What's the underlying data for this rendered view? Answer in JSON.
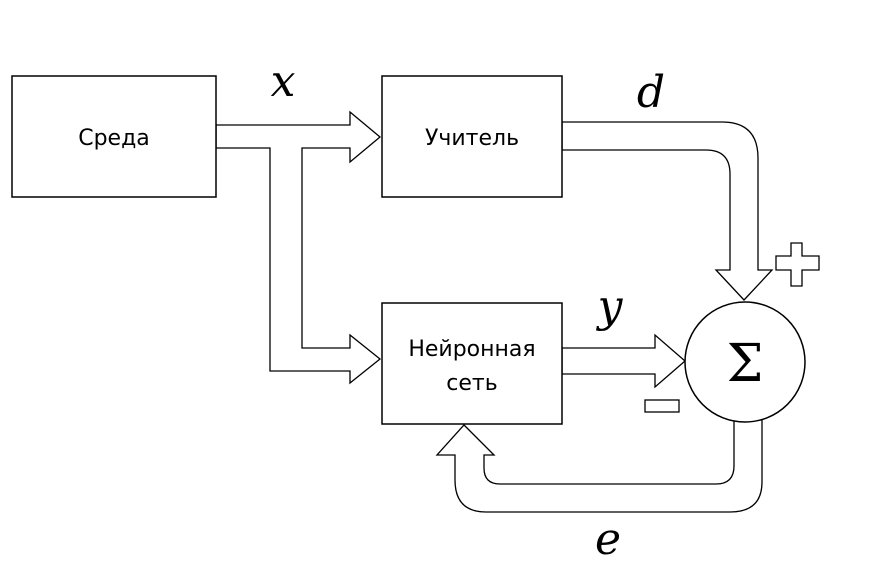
{
  "blocks": {
    "environment": "Среда",
    "teacher": "Учитель",
    "network_line1": "Нейронная",
    "network_line2": "сеть",
    "summator": "Σ"
  },
  "signals": {
    "input": "x",
    "desired": "d",
    "output": "y",
    "error": "e"
  },
  "signs": {
    "plus": "+",
    "minus": "−"
  }
}
